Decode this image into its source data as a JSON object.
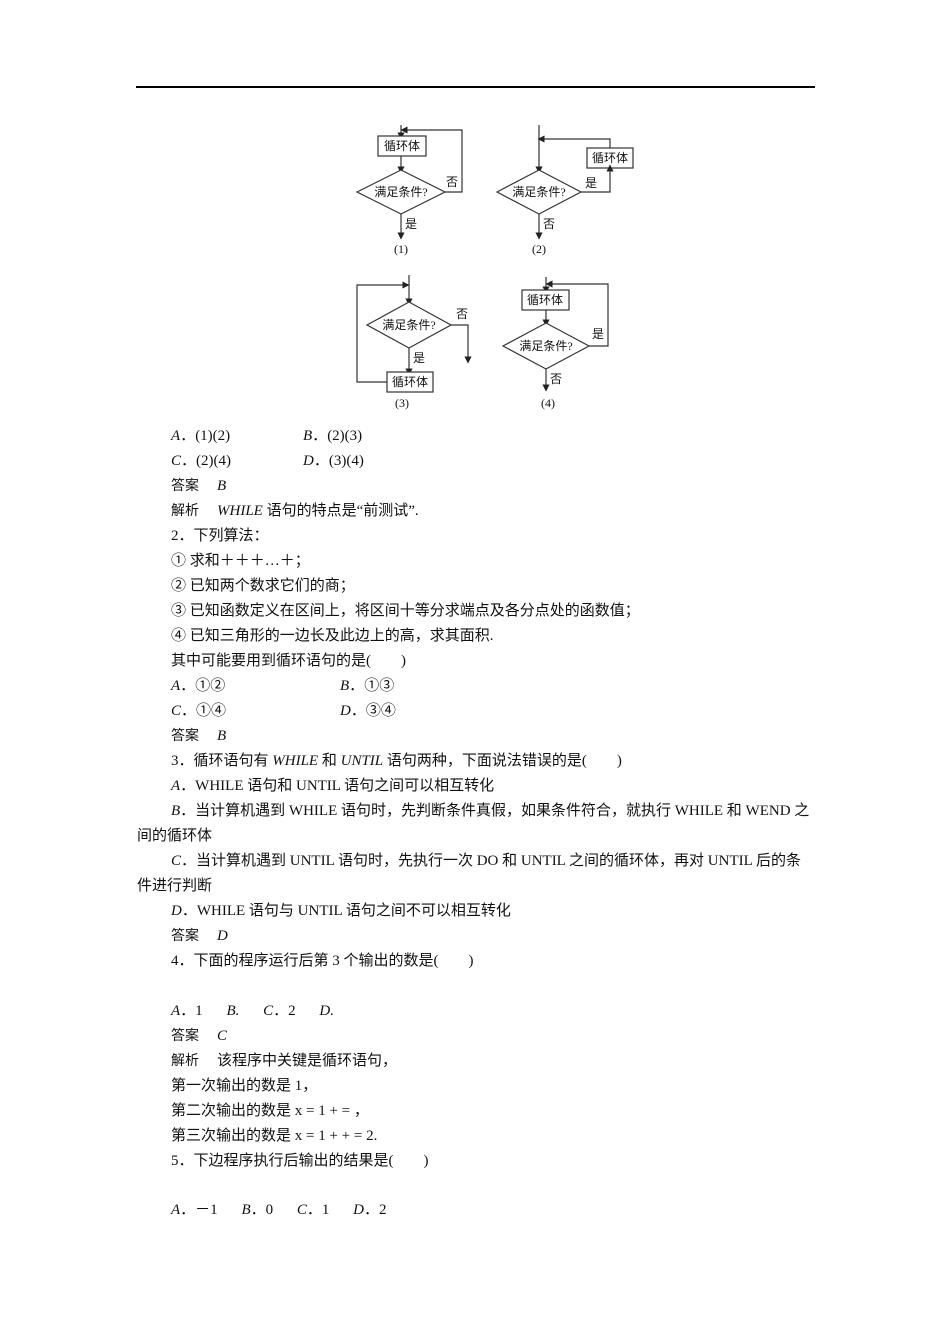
{
  "figure": {
    "loop_body": "循环体",
    "condition": "满足条件?",
    "yes": "是",
    "no": "否",
    "captions": [
      "(1)",
      "(2)",
      "(3)",
      "(4)"
    ]
  },
  "q1": {
    "options": [
      {
        "letter": "A",
        "text": "(1)(2)"
      },
      {
        "letter": "B",
        "text": "(2)(3)"
      },
      {
        "letter": "C",
        "text": "(2)(4)"
      },
      {
        "letter": "D",
        "text": "(3)(4)"
      }
    ],
    "answer_label": "答案",
    "answer": "B",
    "analysis_label": "解析",
    "analysis_em": "WHILE",
    "analysis_rest": " 语句的特点是“前测试”."
  },
  "q2": {
    "stem": "2．下列算法：",
    "items": [
      "① 求和＋＋＋…＋；",
      "② 已知两个数求它们的商；",
      "③ 已知函数定义在区间上，将区间十等分求端点及各分点处的函数值；",
      "④ 已知三角形的一边长及此边上的高，求其面积."
    ],
    "question": "其中可能要用到循环语句的是(　　)",
    "options": [
      {
        "letter": "A",
        "text": "①②"
      },
      {
        "letter": "B",
        "text": "①③"
      },
      {
        "letter": "C",
        "text": "①④"
      },
      {
        "letter": "D",
        "text": "③④"
      }
    ],
    "answer_label": "答案",
    "answer": "B"
  },
  "q3": {
    "stem_pre": "3．循环语句有 ",
    "stem_while": "WHILE",
    "stem_mid": " 和 ",
    "stem_until": "UNTIL",
    "stem_post": " 语句两种，下面说法错误的是(　　)",
    "optA": {
      "letter": "A",
      "text": "．WHILE 语句和 UNTIL 语句之间可以相互转化"
    },
    "optB": {
      "letter": "B",
      "text": "．当计算机遇到 WHILE 语句时，先判断条件真假，如果条件符合，就执行 WHILE 和 WEND 之间的循环体"
    },
    "optC": {
      "letter": "C",
      "text": "．当计算机遇到 UNTIL 语句时，先执行一次 DO 和 UNTIL 之间的循环体，再对 UNTIL 后的条件进行判断"
    },
    "optD": {
      "letter": "D",
      "text": "．WHILE 语句与 UNTIL 语句之间不可以相互转化"
    },
    "answer_label": "答案",
    "answer": "D"
  },
  "q4": {
    "stem": "4．下面的程序运行后第 3 个输出的数是(　　)",
    "options": [
      {
        "letter": "A",
        "text": "．1"
      },
      {
        "letter": "B",
        "text": "."
      },
      {
        "letter": "C",
        "text": "．2"
      },
      {
        "letter": "D",
        "text": "."
      }
    ],
    "answer_label": "答案",
    "answer": "C",
    "analysis_label": "解析",
    "analysis": "该程序中关键是循环语句，",
    "steps": [
      "第一次输出的数是 1，",
      "第二次输出的数是 x = 1 +  = ，",
      "第三次输出的数是 x = 1 +  +  = 2."
    ]
  },
  "q5": {
    "stem": "5．下边程序执行后输出的结果是(　　)",
    "options": [
      {
        "letter": "A",
        "text": "．－1"
      },
      {
        "letter": "B",
        "text": "．0"
      },
      {
        "letter": "C",
        "text": "．1"
      },
      {
        "letter": "D",
        "text": "．2"
      }
    ]
  }
}
